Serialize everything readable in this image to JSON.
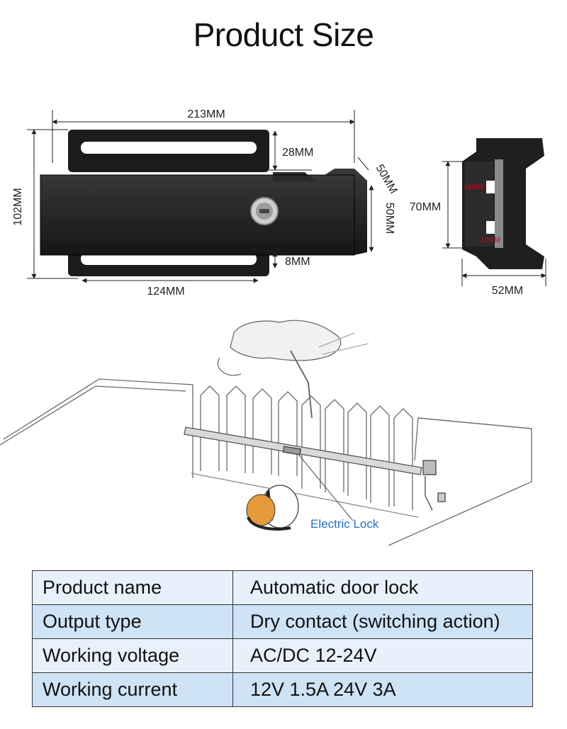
{
  "title": "Product Size",
  "dimensions": {
    "width_total": "213MM",
    "height_total": "102MM",
    "slot_height": "28MM",
    "depth_top": "50MM",
    "body_height": "50MM",
    "slot_gap": "8MM",
    "slot_length": "124MM",
    "bracket_height": "70MM",
    "bracket_width": "52MM",
    "hole_top": "10MM",
    "hole_bottom": "10MM"
  },
  "illustration": {
    "callout": "Electric Lock"
  },
  "specs": [
    {
      "label": "Product name",
      "value": "Automatic door lock"
    },
    {
      "label": "Output type",
      "value": "Dry contact (switching action)"
    },
    {
      "label": "Working voltage",
      "value": "AC/DC 12-24V"
    },
    {
      "label": "Working current",
      "value": "12V 1.5A 24V 3A"
    }
  ]
}
